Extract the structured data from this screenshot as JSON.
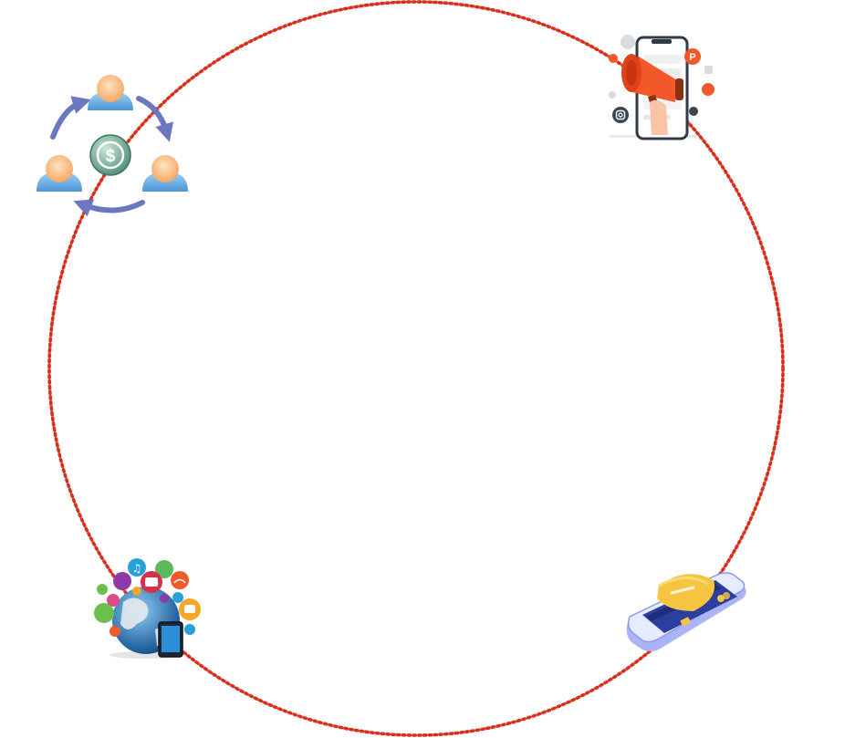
{
  "diagram": {
    "ring_color": "#d9301c",
    "nodes": [
      {
        "id": "referral",
        "icon": "referral-cycle-dollar-icon"
      },
      {
        "id": "marketing",
        "icon": "megaphone-phone-social-icon"
      },
      {
        "id": "connectivity",
        "icon": "globe-apps-icon"
      },
      {
        "id": "payment",
        "icon": "secure-card-phone-icon"
      }
    ]
  }
}
